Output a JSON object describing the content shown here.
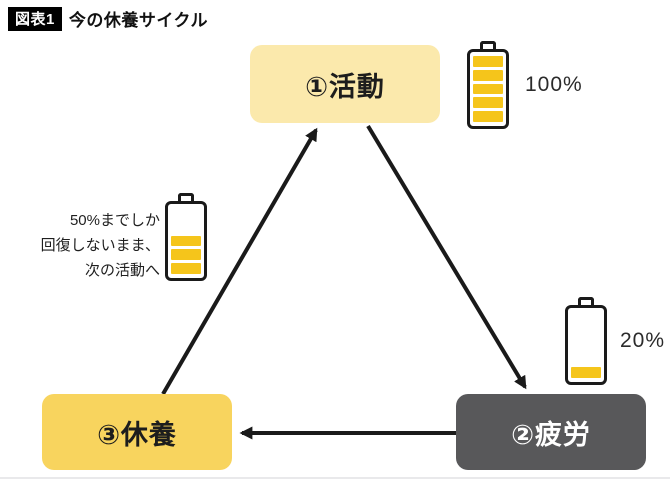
{
  "title": {
    "badge": "図表1",
    "text": "今の休養サイクル"
  },
  "colors": {
    "node_activity_bg": "#FBE9AC",
    "node_rest_bg": "#F8D45E",
    "node_fatigue_bg": "#58585A",
    "battery_fill": "#F5C51B",
    "arrow": "#1A1A1A"
  },
  "nodes": [
    {
      "id": "activity",
      "label": "①活動"
    },
    {
      "id": "fatigue",
      "label": "②疲労"
    },
    {
      "id": "rest",
      "label": "③休養"
    }
  ],
  "edges": [
    {
      "from": "activity",
      "to": "fatigue"
    },
    {
      "from": "fatigue",
      "to": "rest"
    },
    {
      "from": "rest",
      "to": "activity"
    }
  ],
  "batteries": [
    {
      "id": "battery-100",
      "filled": 5,
      "total": 5,
      "label": "100%"
    },
    {
      "id": "battery-50",
      "filled": 3,
      "total": 5,
      "label": "",
      "annotation_lines": [
        "50%までしか",
        "回復しないまま、",
        "次の活動へ"
      ]
    },
    {
      "id": "battery-20",
      "filled": 1,
      "total": 5,
      "label": "20%"
    }
  ]
}
